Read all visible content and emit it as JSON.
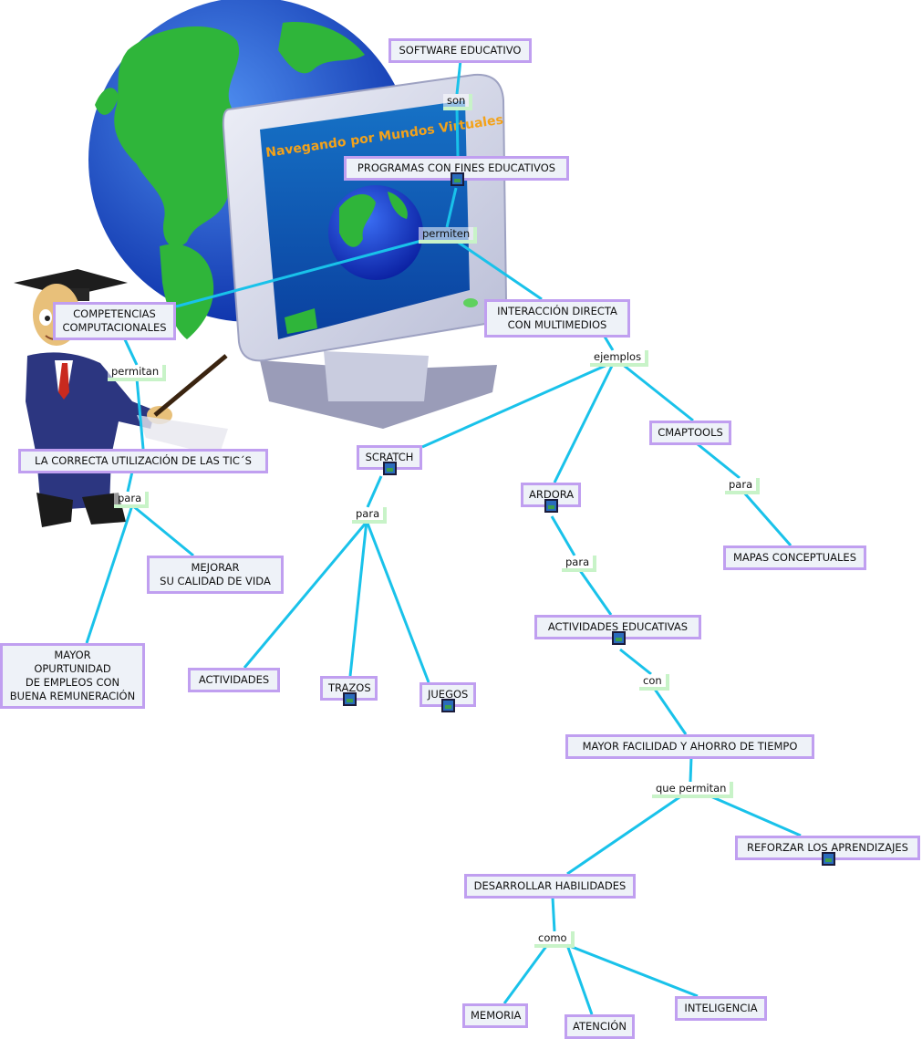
{
  "concepts": [
    {
      "id": "n1",
      "label": "SOFTWARE EDUCATIVO",
      "icon": false
    },
    {
      "id": "n2",
      "label": "PROGRAMAS CON FINES EDUCATIVOS",
      "icon": true
    },
    {
      "id": "n3",
      "label": "COMPETENCIAS\nCOMPUTACIONALES",
      "icon": false
    },
    {
      "id": "n4",
      "label": "INTERACCIÓN DIRECTA\nCON MULTIMEDIOS",
      "icon": false
    },
    {
      "id": "n5",
      "label": "LA CORRECTA UTILIZACIÓN DE LAS TIC´S",
      "icon": false
    },
    {
      "id": "n6",
      "label": "SCRATCH",
      "icon": true
    },
    {
      "id": "n7",
      "label": "CMAPTOOLS",
      "icon": false
    },
    {
      "id": "n8",
      "label": "ARDORA",
      "icon": true
    },
    {
      "id": "n9",
      "label": "MEJORAR\nSU CALIDAD DE VIDA",
      "icon": false
    },
    {
      "id": "n10",
      "label": "MAPAS CONCEPTUALES",
      "icon": false
    },
    {
      "id": "n11",
      "label": "ACTIVIDADES EDUCATIVAS",
      "icon": true
    },
    {
      "id": "n12",
      "label": "MAYOR\nOPURTUNIDAD\nDE EMPLEOS CON\nBUENA REMUNERACIÓN",
      "icon": false
    },
    {
      "id": "n13",
      "label": "ACTIVIDADES",
      "icon": false
    },
    {
      "id": "n14",
      "label": "TRAZOS",
      "icon": true
    },
    {
      "id": "n15",
      "label": "JUEGOS",
      "icon": true
    },
    {
      "id": "n16",
      "label": "MAYOR FACILIDAD Y AHORRO DE TIEMPO",
      "icon": false
    },
    {
      "id": "n17",
      "label": "REFORZAR LOS APRENDIZAJES",
      "icon": true
    },
    {
      "id": "n18",
      "label": "DESARROLLAR HABILIDADES",
      "icon": false
    },
    {
      "id": "n19",
      "label": "MEMORIA",
      "icon": false
    },
    {
      "id": "n20",
      "label": "ATENCIÓN",
      "icon": false
    },
    {
      "id": "n21",
      "label": "INTELIGENCIA",
      "icon": false
    }
  ],
  "linking_phrases": [
    {
      "id": "l1",
      "label": "son"
    },
    {
      "id": "l2",
      "label": "permiten"
    },
    {
      "id": "l3",
      "label": "permitan"
    },
    {
      "id": "l4",
      "label": "ejemplos"
    },
    {
      "id": "l5",
      "label": "para"
    },
    {
      "id": "l6",
      "label": "para"
    },
    {
      "id": "l7",
      "label": "para"
    },
    {
      "id": "l8",
      "label": "para"
    },
    {
      "id": "l9",
      "label": "con"
    },
    {
      "id": "l10",
      "label": "que permitan"
    },
    {
      "id": "l11",
      "label": "como"
    }
  ],
  "background_art": {
    "monitor_screen_text": "Navegando por Mundos Virtuales"
  },
  "colors": {
    "node_border": "#c09ff0",
    "node_fill": "#eef2f8",
    "connector": "#19c2ea",
    "link_shadow": "#c8f3c8"
  }
}
